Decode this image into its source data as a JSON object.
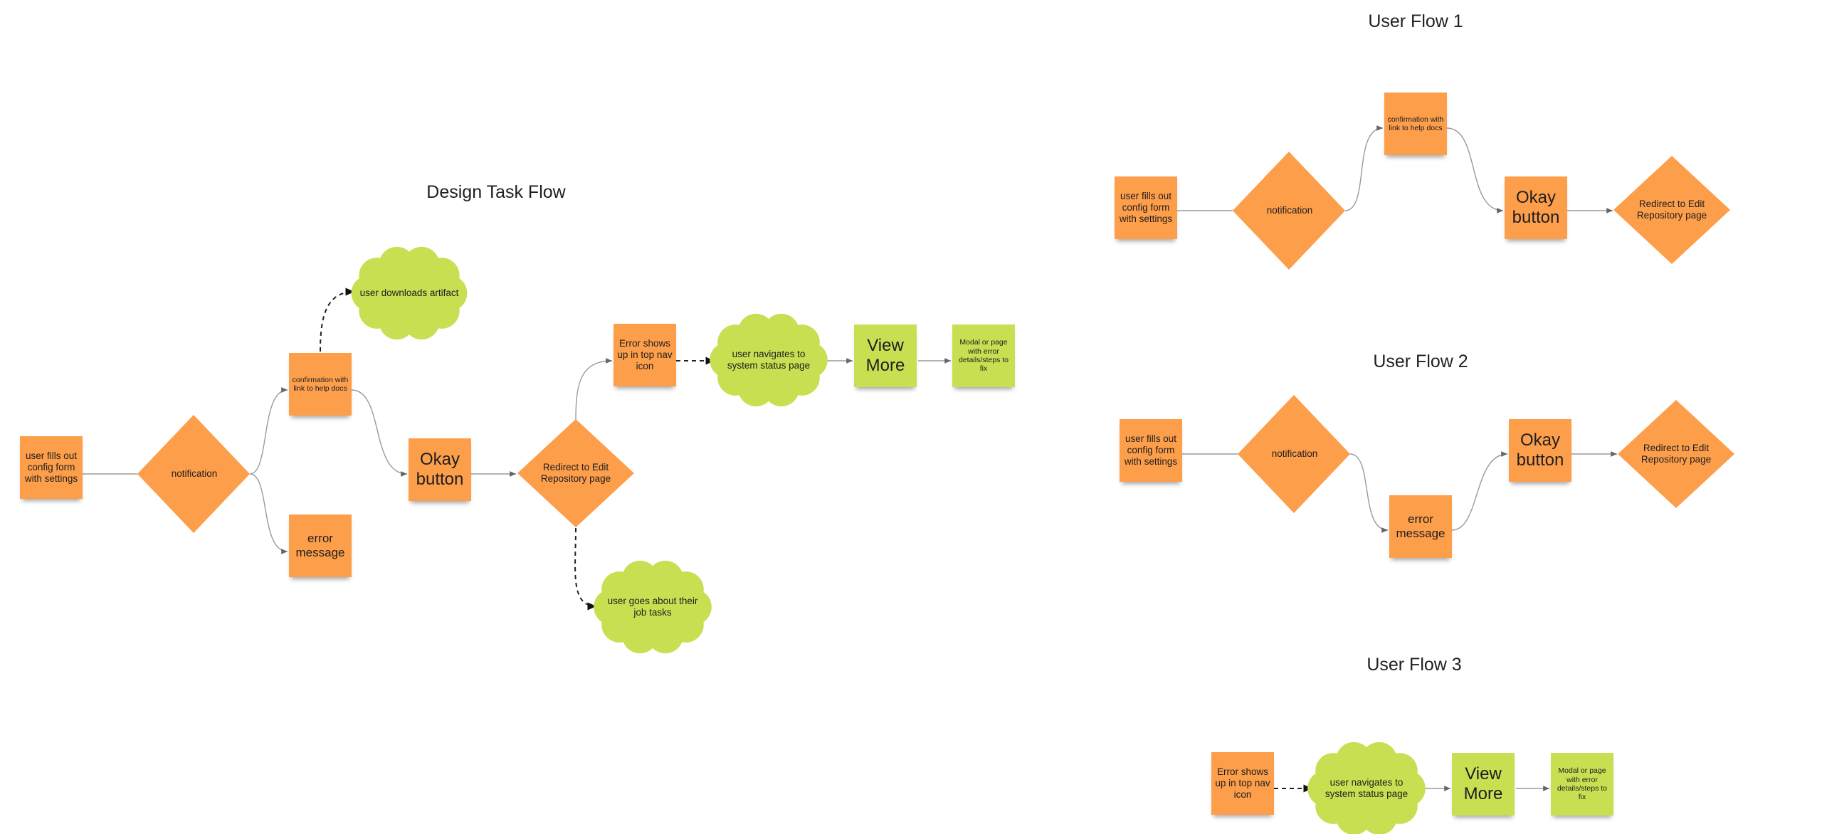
{
  "titles": {
    "design_task_flow": "Design Task Flow",
    "user_flow_1": "User Flow 1",
    "user_flow_2": "User Flow 2",
    "user_flow_3": "User Flow 3"
  },
  "labels": {
    "user_fills_form": "user fills out config form with settings",
    "notification": "notification",
    "confirmation": "confirmation with link to help docs",
    "error_message": "error message",
    "okay_button": "Okay button",
    "redirect": "Redirect to Edit Repository page",
    "user_downloads": "user downloads artifact",
    "error_top_nav": "Error shows up in top nav icon",
    "user_navigates": "user navigates to system status page",
    "view_more": "View More",
    "modal_page": "Modal or page with error details/steps to fix",
    "user_goes_about": "user goes about their job tasks"
  },
  "colors": {
    "orange": "#fd9e4b",
    "green": "#c8df52",
    "connector": "#9a9a9a",
    "dashed": "#222222"
  }
}
